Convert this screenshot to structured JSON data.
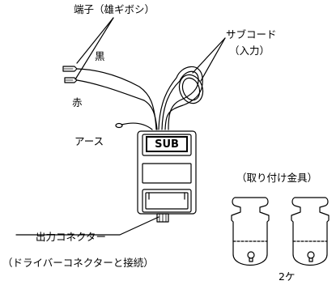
{
  "labels": {
    "terminal": "端子（雄ギボシ）",
    "black": "黒",
    "red": "赤",
    "sub_cord": "サブコード",
    "sub_cord_note": "（入力）",
    "ground": "アース",
    "sub_badge": "SUB",
    "output_connector": "出力コネクター",
    "output_connector_note": "（ドライバーコネクターと接続）",
    "mounting_bracket": "（取り付け金具）",
    "quantity": "2ケ"
  }
}
